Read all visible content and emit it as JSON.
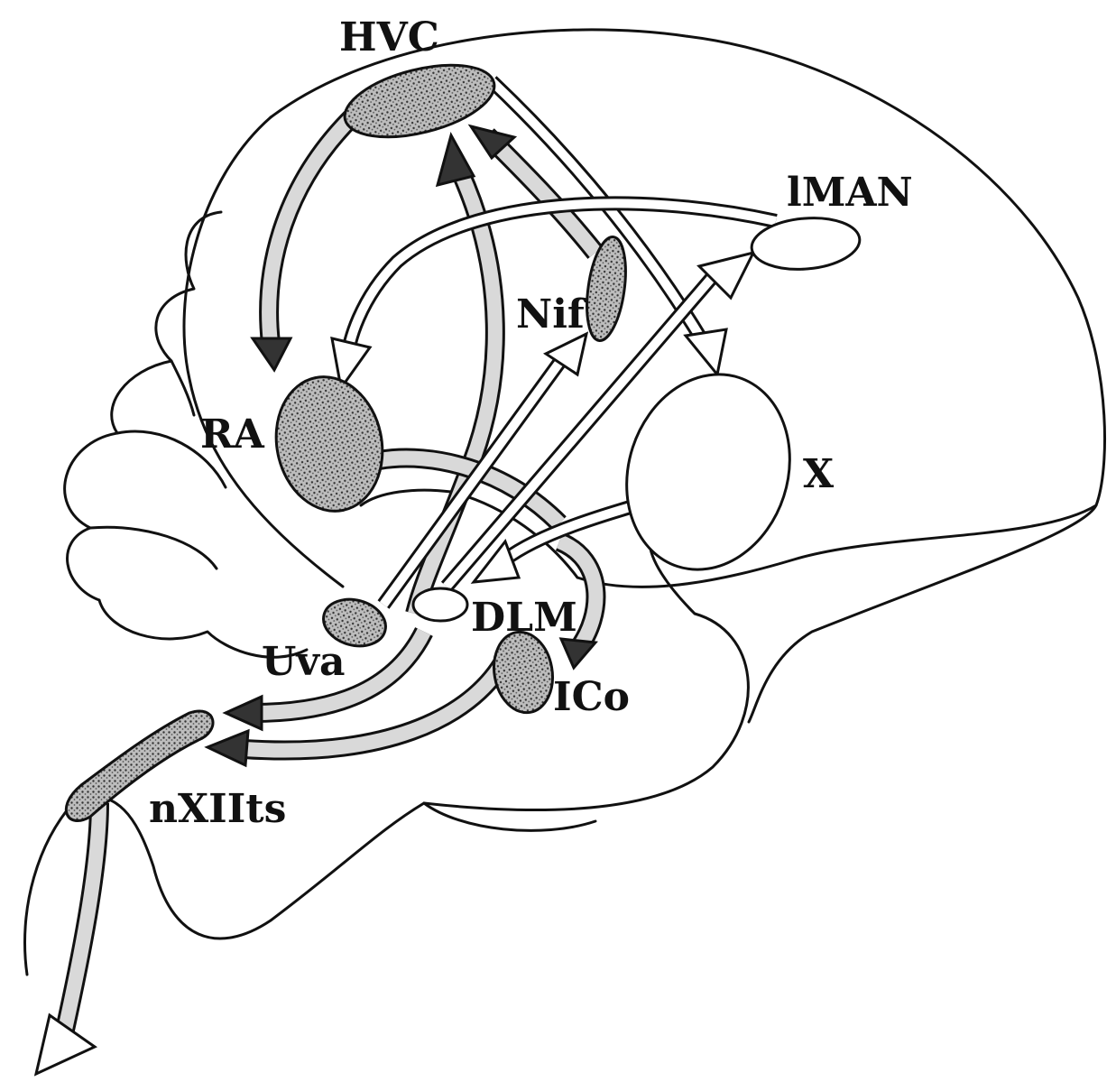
{
  "diagram": {
    "labels": {
      "hvc": "HVC",
      "lman": "lMAN",
      "nif": "Nif",
      "ra": "RA",
      "x": "X",
      "dlm": "DLM",
      "uva": "Uva",
      "ico": "ICo",
      "nxiits": "nXIIts"
    }
  }
}
